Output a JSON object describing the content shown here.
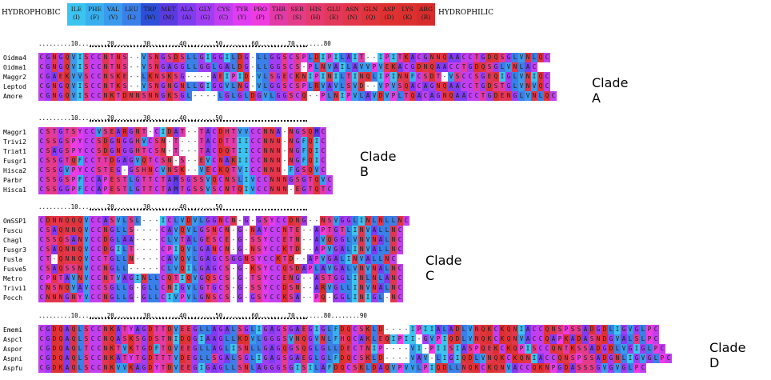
{
  "legend": {
    "left_label": "HYDROPHOBIC",
    "right_label": "HYDROPHILIC",
    "amino_acids": [
      {
        "name": "ILE",
        "code": "(I)",
        "color": "#3cc4f0"
      },
      {
        "name": "PHE",
        "code": "(F)",
        "color": "#38b0ee"
      },
      {
        "name": "VAL",
        "code": "(V)",
        "color": "#3a9aec"
      },
      {
        "name": "LEU",
        "code": "(L)",
        "color": "#3b7fe8"
      },
      {
        "name": "TRP",
        "code": "(W)",
        "color": "#2e4fd8"
      },
      {
        "name": "MET",
        "code": "(M)",
        "color": "#5a3be0"
      },
      {
        "name": "ALA",
        "code": "(A)",
        "color": "#7f3cf0"
      },
      {
        "name": "GLY",
        "code": "(G)",
        "color": "#a03ef2"
      },
      {
        "name": "CYS",
        "code": "(C)",
        "color": "#c23ff0"
      },
      {
        "name": "TYR",
        "code": "(Y)",
        "color": "#e03cf0"
      },
      {
        "name": "PRO",
        "code": "(P)",
        "color": "#ee3ce0"
      },
      {
        "name": "THR",
        "code": "(T)",
        "color": "#e23aa6"
      },
      {
        "name": "SER",
        "code": "(S)",
        "color": "#e43b8a"
      },
      {
        "name": "HIS",
        "code": "(H)",
        "color": "#e43a6e"
      },
      {
        "name": "GLU",
        "code": "(E)",
        "color": "#e2385a"
      },
      {
        "name": "ASN",
        "code": "(N)",
        "color": "#e2364a"
      },
      {
        "name": "GLN",
        "code": "(Q)",
        "color": "#e0343c"
      },
      {
        "name": "ASP",
        "code": "(D)",
        "color": "#de3232"
      },
      {
        "name": "LYS",
        "code": "(K)",
        "color": "#dc3030"
      },
      {
        "name": "ARG",
        "code": "(R)",
        "color": "#d82c2c"
      }
    ]
  },
  "blocks": [
    {
      "clade": "Clade A",
      "ruler": ".........10........20........30........40........50........60........70........80",
      "rows": [
        {
          "name": "Oidma4",
          "seq": "CGNGQVISCCNTNS--VSNGSDSLLGIGGILDG-LLGGSCSPLDIPILAIT--IPITKACGNNQAACCTGDQSGLVNLQC"
        },
        {
          "name": "Oidma1",
          "seq": "CGNGQVISCCNTNS--VSNGAGGLLGGLGALDG-LLGGSCS-PLNVAILAVVPVEKACGDNQAACCTGDQSGLVNLAC"
        },
        {
          "name": "Maggr2",
          "seq": "CGAEKVVSCCNSKE--LKNSKSG----AEIPID-VLSGECKNIPINILTINQLIPINNFCSDT-VSCCSGEQIGLVNIQC"
        },
        {
          "name": "Leptod",
          "seq": "CGNGQVISCCNTKS--VSNGNGNLLGIGGVLNG-VLGGSCSPLRVAVLSVD--VPVSQACAGNQAACCTGDSTGLVNVQC"
        },
        {
          "name": "Amore",
          "seq": "CGNGQVISCCNKTDNNSNNGKSGL----LGLGLDGVLGGSCQ--PLNIPVLAVDVPLTQACAGNQAACCTGDENGLVNLQC"
        }
      ]
    },
    {
      "clade": "Clade B",
      "ruler": ".........10........20........30........40........50",
      "rows": [
        {
          "name": "Maggr1",
          "seq": "CSTGTSYCCVSEARGNT-CIDAT--TACDHTVVCCNNA-NGSQMC"
        },
        {
          "name": "Trivi2",
          "seq": "CSSGSPYCCSDGNGGHVCSN-T---TACDTTIICCNNN-NGFQIC"
        },
        {
          "name": "Triat1",
          "seq": "CSAGSPYCCSDGNGGHTCSN-T---TACDQTIICCNNN-NGFQIC"
        },
        {
          "name": "Fusgr1",
          "seq": "CSSGTQFCCTTDGAGVQTCSN-S--EVCNAKIICCNNN-NGFQIC"
        },
        {
          "name": "Hisca2",
          "seq": "CSSGVPYCCSTEG-GSHNCVNSK--VECKQTVICCNNN-FGSQVC"
        },
        {
          "name": "Parbr",
          "seq": "CSSGSPFCCAPESTLGTTCTAMSGSSVQCNSLIVCCNNNGSGTQVC"
        },
        {
          "name": "Hisca1",
          "seq": "CSSGGPFCCAPESTLGTTCTAMTGSSVSCNTQIVCCNNN-EGTQTC"
        }
      ]
    },
    {
      "clade": "Clade C",
      "ruler": ".........10........20........30........40........50",
      "rows": [
        {
          "name": "OmSSP1",
          "seq": "CDNNQQQVCCASVLSL---ICLVDVLGGNCN-G-GSYCCDNG--NSVGGLINLNLLNC"
        },
        {
          "name": "Fuscu",
          "seq": "CSAQNNQVCCNGLLS----CAVQVLGSNCN-G-NAYCCNTE--APTGTLINVALLNC"
        },
        {
          "name": "Chagl",
          "seq": "CSSQSANVCCDGLAA----CLVTALGESCE-G-SSYCCETN--AVQGGLVNVNALNC"
        },
        {
          "name": "Fusgr3",
          "seq": "CSAQNNQVCCDGILT----CPIQVLGANCN-G-NSYCCKTD--APVGALINVALLNC"
        },
        {
          "name": "Fusla",
          "seq": "CT-QNNQVCCTGLLN----CAVQVLGAGCSGGNSYCCKTD--APVGALINVALLNC"
        },
        {
          "name": "Fusve5",
          "seq": "CSAQSSNVCCNGLL-----CLVQILGAGCS-G-KSYCCQSDAPLAVGALVNVNALNC"
        },
        {
          "name": "Metro",
          "seq": "CPNTAVNVCCNTVAGINLLCQTIQVGQSCS-G-TSYCCENG--ASTGGLINLNLANC"
        },
        {
          "name": "Trivi1",
          "seq": "CNSNQVAVCCSGLLG-GLLCNIGVLGTGCS-G-SSYCCDSN--ARVGLLINVNALNC"
        },
        {
          "name": "Pocch",
          "seq": "CNNNGNYVCCNGLLG-GLLCIVPVLGNSCS-G-GSYCCKSA--PQ-GGLINIGL-NC"
        }
      ]
    },
    {
      "clade": "Clade D",
      "ruler": ".........10........20........30........40........50........60........70........80........90",
      "rows": [
        {
          "name": "Ememi",
          "seq": "CGDQAQLSCCNKATYAGDTTDVEEGLLAGALSGLIGAGSGAEGIGLFDQCSKLD----IPIIALADLVNQKCKQNIACCQNSPSSADGDLIGVGLPC"
        },
        {
          "name": "Aspcl",
          "seq": "CGDQAQLSCCNQASKSGDSTNIDQGIAAGLLKDVLGGGSVNQGVNLFHQCAKLEQIPII-GVPIQDLVNQKCKQNVACCQAPKADASNDGVALSLPC"
        },
        {
          "name": "Aspor",
          "seq": "CGDQAQLTCCNKTVKTGDFTQVEEGLLAGLISNLLGAGQGSQGLGLLDECTNIP----VI-PIISIASPQEKCKQPISCCQNTKSSADGDLVGIGLPC"
        },
        {
          "name": "Aspni",
          "seq": "CGDQAQLSCCNKATYTGDTTTVDEGLLSGALSGLIGAGSGAEGLGLFDQCSKLD----VAV-LIGIQDLVNQKCKQNIACCQNSPSSADGNLIGVGLPC"
        },
        {
          "name": "Aspfu",
          "seq": "CGDKAQLSCCNKVVKAGDYTDVEEGIGAGLLSNLAGGGSGISILAFDQCSKLDAQVPVVLPIQDLLNQKCKQNVACCQKNPGDASSSGVGVGLPC"
        }
      ]
    }
  ]
}
